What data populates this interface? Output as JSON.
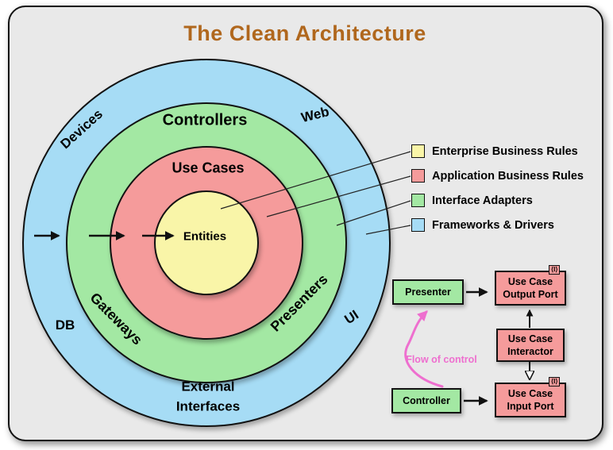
{
  "title": "The Clean Architecture",
  "colors": {
    "panel_gray": "#e9e9e9",
    "frameworks_blue": "#a6dcf5",
    "adapters_green": "#a3e8a3",
    "application_red": "#f59b9b",
    "enterprise_yellow": "#f9f5a8",
    "title_brown": "#b0671d",
    "flow_pink": "#ee6fcf",
    "outline_black": "#111111"
  },
  "circle_labels": {
    "devices": "Devices",
    "web": "Web",
    "db": "DB",
    "ui": "UI",
    "external_line1": "External",
    "external_line2": "Interfaces",
    "controllers": "Controllers",
    "gateways": "Gateways",
    "presenters": "Presenters",
    "use_cases": "Use Cases",
    "entities": "Entities"
  },
  "legend": {
    "items": [
      {
        "label": "Enterprise Business Rules",
        "color": "#f9f5a8"
      },
      {
        "label": "Application Business Rules",
        "color": "#f59b9b"
      },
      {
        "label": "Interface Adapters",
        "color": "#a3e8a3"
      },
      {
        "label": "Frameworks & Drivers",
        "color": "#a6dcf5"
      }
    ]
  },
  "flow_diagram": {
    "presenter_label": "Presenter",
    "controller_label": "Controller",
    "output_port_label": [
      "Use Case",
      "Output Port"
    ],
    "interactor_label": [
      "Use Case",
      "Interactor"
    ],
    "input_port_label": [
      "Use Case",
      "Input Port"
    ],
    "interface_marker": "⟨I⟩",
    "flow_of_control_label": "Flow of control"
  }
}
